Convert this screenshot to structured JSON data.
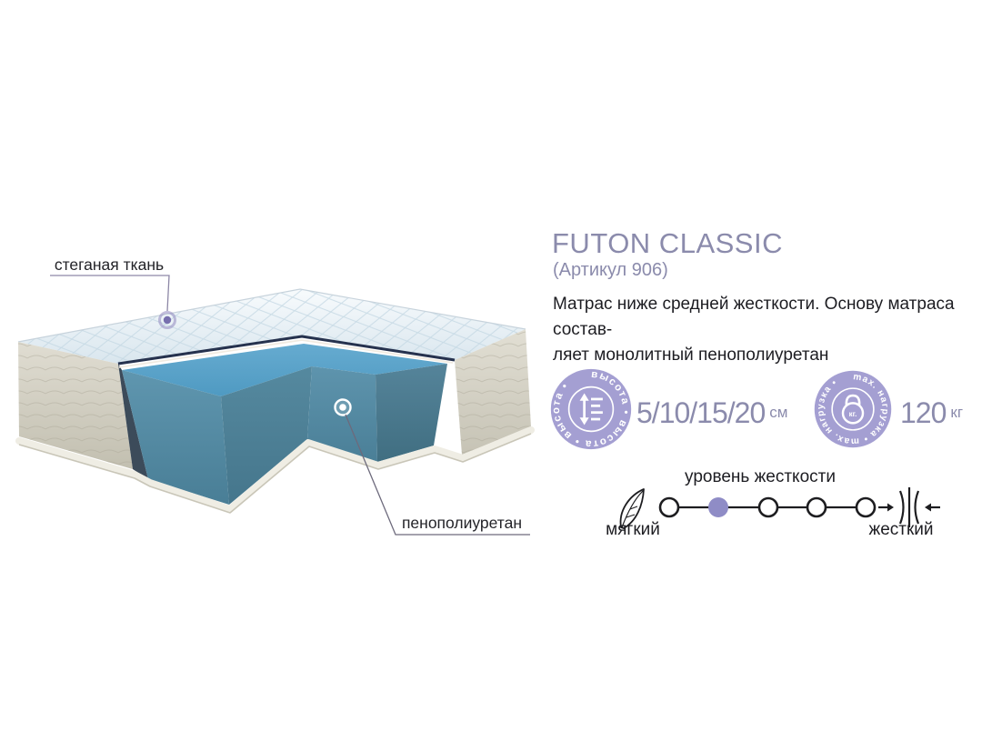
{
  "product": {
    "title": "FUTON CLASSIC",
    "subtitle": "(Артикул 906)",
    "description_line1": "Матрас  ниже средней жесткости. Основу матраса состав-",
    "description_line2": "ляет монолитный пенополиуретан"
  },
  "diagram": {
    "label_fabric": "стеганая ткань",
    "label_foam": "пенополиуретан"
  },
  "specs": {
    "height": {
      "rim_text": "высота • высота • высота •",
      "value": "5/10/15/20",
      "unit": "см"
    },
    "load": {
      "rim_text": "max. нагрузка • max. нагрузка •",
      "icon_label": "кг.",
      "value": "120",
      "unit": "кг"
    }
  },
  "hardness": {
    "title": "уровень жесткости",
    "soft_label": "мягкий",
    "hard_label": "жесткий",
    "levels": 5,
    "selected_level": 2
  },
  "colors": {
    "accent_purple": "#a49fd2",
    "title_color": "#8b8bac",
    "foam_blue_top": "#5ba4cb",
    "foam_blue_front": "#55889f",
    "fabric_light": "#e8f1f6",
    "side_panel": "#cfccbf",
    "text_dark": "#1d1d22"
  }
}
